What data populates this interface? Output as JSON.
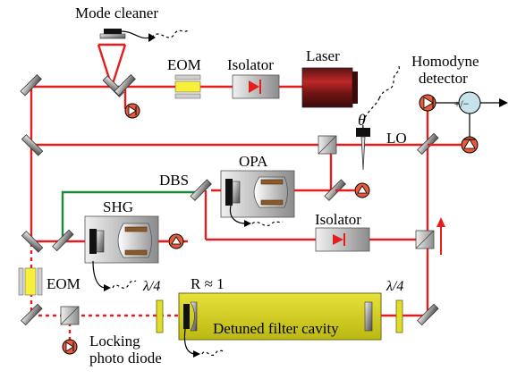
{
  "labels": {
    "mode_cleaner": "Mode cleaner",
    "eom_top": "EOM",
    "isolator_top": "Isolator",
    "laser": "Laser",
    "homodyne_line1": "Homodyne",
    "homodyne_line2": "detector",
    "theta": "θ",
    "lo": "LO",
    "opa": "OPA",
    "dbs": "DBS",
    "shg": "SHG",
    "isolator_mid": "Isolator",
    "eom_left": "EOM",
    "quarter_wave_left": "λ/4",
    "quarter_wave_right": "λ/4",
    "reflectivity": "R ≈ 1",
    "filter_cavity": "Detuned filter cavity",
    "locking_line1": "Locking",
    "locking_line2": "photo diode",
    "subtract_symbol": "+/−"
  },
  "colors": {
    "beam_red": "#e41e1e",
    "beam_green": "#1a8a3a",
    "cavity_fill": "#d8d51a",
    "cavity_border": "#6b6a10",
    "photodiode": "#e85a3a",
    "waveplate": "#e0dc2a"
  },
  "icons": {
    "photodiode": "photodiode-icon",
    "mirror": "mirror-icon",
    "beamsplitter": "beamsplitter-icon",
    "isolator": "isolator-icon",
    "piezo": "piezo-actuator-icon"
  }
}
